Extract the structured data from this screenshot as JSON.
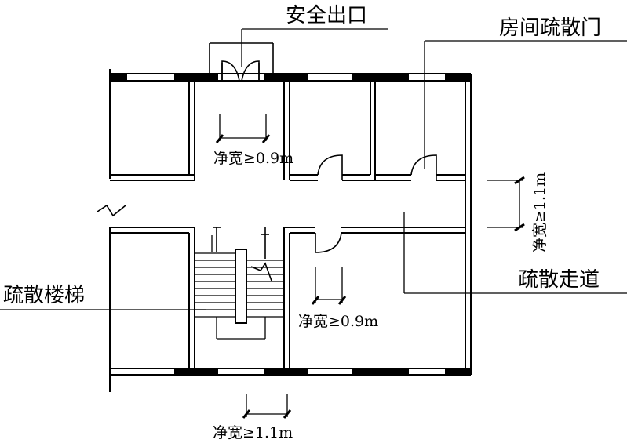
{
  "labels": {
    "safety_exit": "安全出口",
    "room_door": "房间疏散门",
    "stairs": "疏散楼梯",
    "corridor": "疏散走道",
    "width_stair_door": "净宽≥0.9m",
    "width_room_door": "净宽≥0.9m",
    "width_exit_bottom": "净宽≥1.1m",
    "width_corridor": "净宽≥1.1m"
  }
}
